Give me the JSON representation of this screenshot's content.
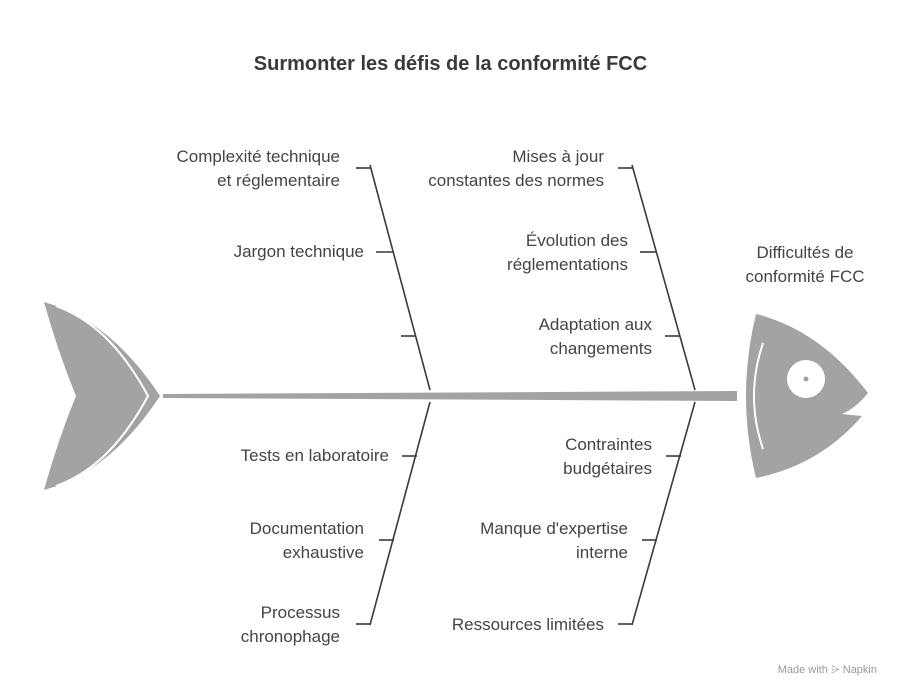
{
  "title": "Surmonter les défis de la conformité FCC",
  "head_label": "Difficultés de\nconformité FCC",
  "left_upper": [
    "Complexité technique\net réglementaire",
    "Jargon technique",
    ""
  ],
  "left_lower": [
    "Tests en laboratoire",
    "Documentation\nexhaustive",
    "Processus\nchronophage"
  ],
  "right_upper": [
    "Mises à jour\nconstantes des normes",
    "Évolution des\nréglementations",
    "Adaptation aux\nchangements"
  ],
  "right_lower": [
    "Contraintes\nbudgétaires",
    "Manque d'expertise\ninterne",
    "Ressources limitées"
  ],
  "watermark": "Made with ⩥ Napkin",
  "colors": {
    "fish": "#a3a3a3",
    "bone": "#3a3a3a",
    "text": "#444444"
  }
}
